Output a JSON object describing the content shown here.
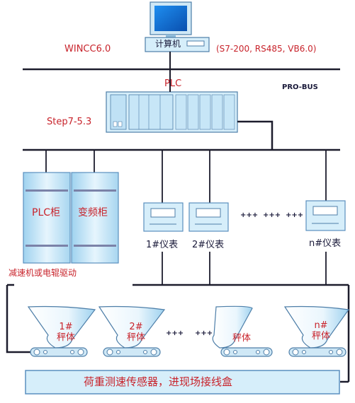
{
  "computer": {
    "label": "计算机",
    "software_left": "WINCC6.0",
    "software_right": "(S7-200, RS485, VB6.0)"
  },
  "bus": {
    "plc_label": "PLC",
    "probus_label": "PRO-BUS",
    "step7_label": "Step7-5.3"
  },
  "cabinets": {
    "plc_cabinet": "PLC柜",
    "vfd_cabinet": "变频柜",
    "drive_label": "减速机或电辊驱动"
  },
  "instruments": {
    "items": [
      "1#仪表",
      "2#仪表",
      "n#仪表"
    ],
    "ellipsis": [
      "+++",
      "+++",
      "+++"
    ]
  },
  "scales": {
    "items": [
      "1#\n秤体",
      "2#\n秤体",
      "秤体",
      "n#\n秤体"
    ],
    "ellipsis": [
      "+++",
      "+++"
    ]
  },
  "junction_box": {
    "label": "荷重测速传感器，进现场接线盒"
  },
  "colors": {
    "line": "#1c1c2c",
    "label_red": "#c8232b",
    "panel_fill": "#d6eefa",
    "panel_stroke": "#5a8fbf",
    "screen": "#0b66c8"
  }
}
